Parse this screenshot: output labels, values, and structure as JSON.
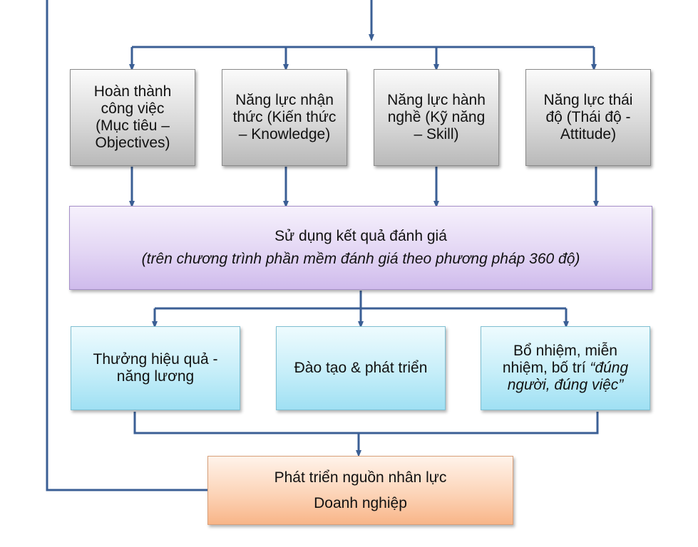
{
  "colors": {
    "connector": "#3b5f95",
    "gray_box": "#d9d9d9",
    "purple_box": "#e3d6f4",
    "cyan_box": "#c6eef9",
    "orange_box": "#fcd4b8"
  },
  "criteria": [
    {
      "lines": [
        "Hoàn thành",
        "công việc",
        "(Mục tiêu –",
        "Objectives)"
      ]
    },
    {
      "lines": [
        "Năng lực nhận",
        "thức (Kiến thức",
        "– Knowledge)"
      ]
    },
    {
      "lines": [
        "Năng lực hành",
        "nghề (Kỹ năng",
        "– Skill)"
      ]
    },
    {
      "lines": [
        "Năng lực thái",
        "độ (Thái độ -",
        "Attitude)"
      ]
    }
  ],
  "evaluation": {
    "title": "Sử dụng kết quả đánh giá",
    "subtitle": "(trên chương trình phần mềm đánh giá theo phương pháp 360 độ)"
  },
  "outcomes": [
    {
      "lines": [
        "Thưởng hiệu quả -",
        "năng lương"
      ]
    },
    {
      "lines": [
        "Đào tạo & phát triển"
      ]
    },
    {
      "line1": "Bổ nhiệm, miễn",
      "line2_plain": "nhiệm, bố trí ",
      "line2_italic": "“đúng",
      "line3_italic": "người, đúng việc”"
    }
  ],
  "result": {
    "line1": "Phát triển nguồn nhân lực",
    "line2": "Doanh nghiệp"
  }
}
